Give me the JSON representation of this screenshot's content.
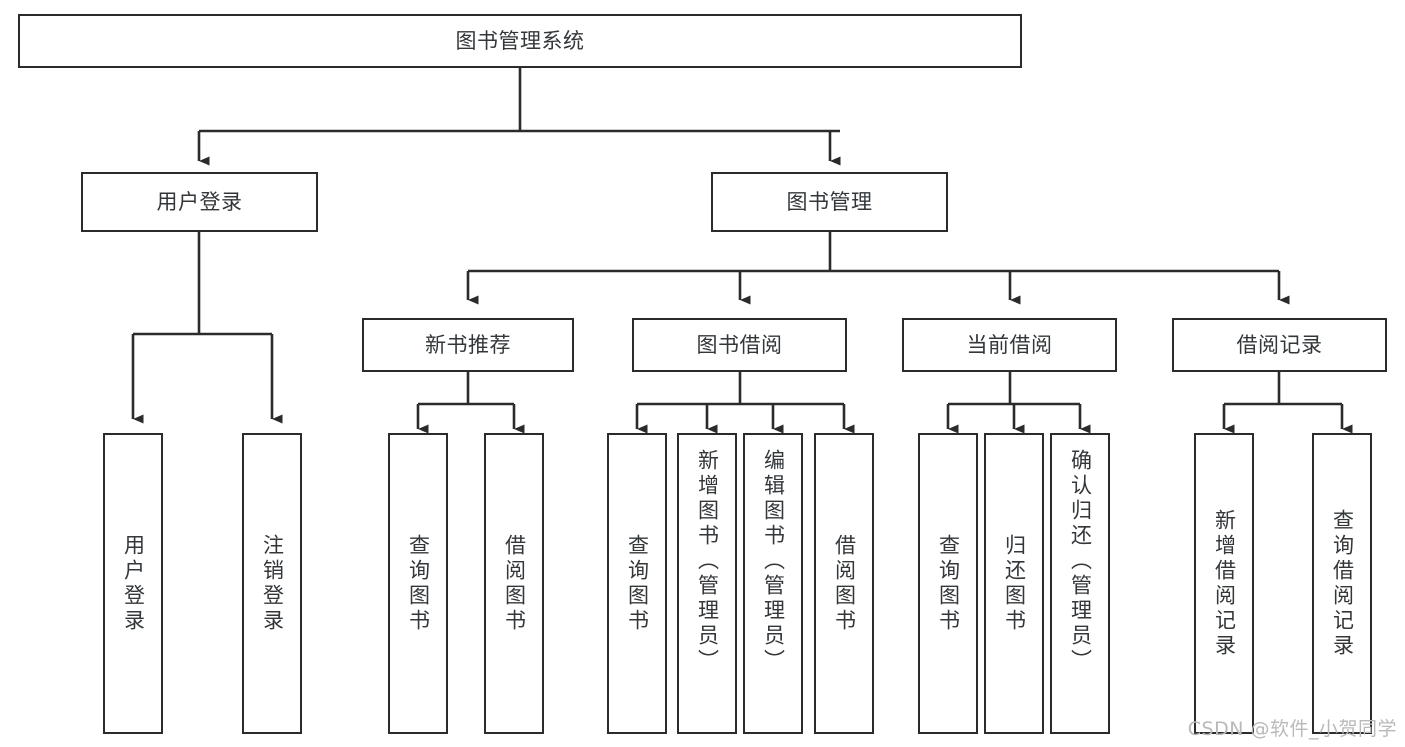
{
  "diagram": {
    "type": "tree",
    "title": "图书管理系统",
    "orientation": "top-down",
    "line_color": "#2b2b2b",
    "box_fill": "#ffffff",
    "text_color": "#33373a",
    "levels": 4
  },
  "root": {
    "label": "图书管理系统"
  },
  "level2": [
    {
      "label": "用户登录"
    },
    {
      "label": "图书管理"
    }
  ],
  "level3": [
    {
      "label": "新书推荐"
    },
    {
      "label": "图书借阅"
    },
    {
      "label": "当前借阅"
    },
    {
      "label": "借阅记录"
    }
  ],
  "leaves": {
    "user_login": [
      {
        "label": "用户登录"
      },
      {
        "label": "注销登录"
      }
    ],
    "new_book_recommend": [
      {
        "label": "查询图书"
      },
      {
        "label": "借阅图书"
      }
    ],
    "book_borrow": [
      {
        "label": "查询图书"
      },
      {
        "label": "新增图书（管理员）"
      },
      {
        "label": "编辑图书（管理员）"
      },
      {
        "label": "借阅图书"
      }
    ],
    "current_borrow": [
      {
        "label": "查询图书"
      },
      {
        "label": "归还图书"
      },
      {
        "label": "确认归还（管理员）"
      }
    ],
    "borrow_record": [
      {
        "label": "新增借阅记录"
      },
      {
        "label": "查询借阅记录"
      }
    ]
  },
  "watermark": {
    "text": "CSDN @软件_小贺同学"
  }
}
